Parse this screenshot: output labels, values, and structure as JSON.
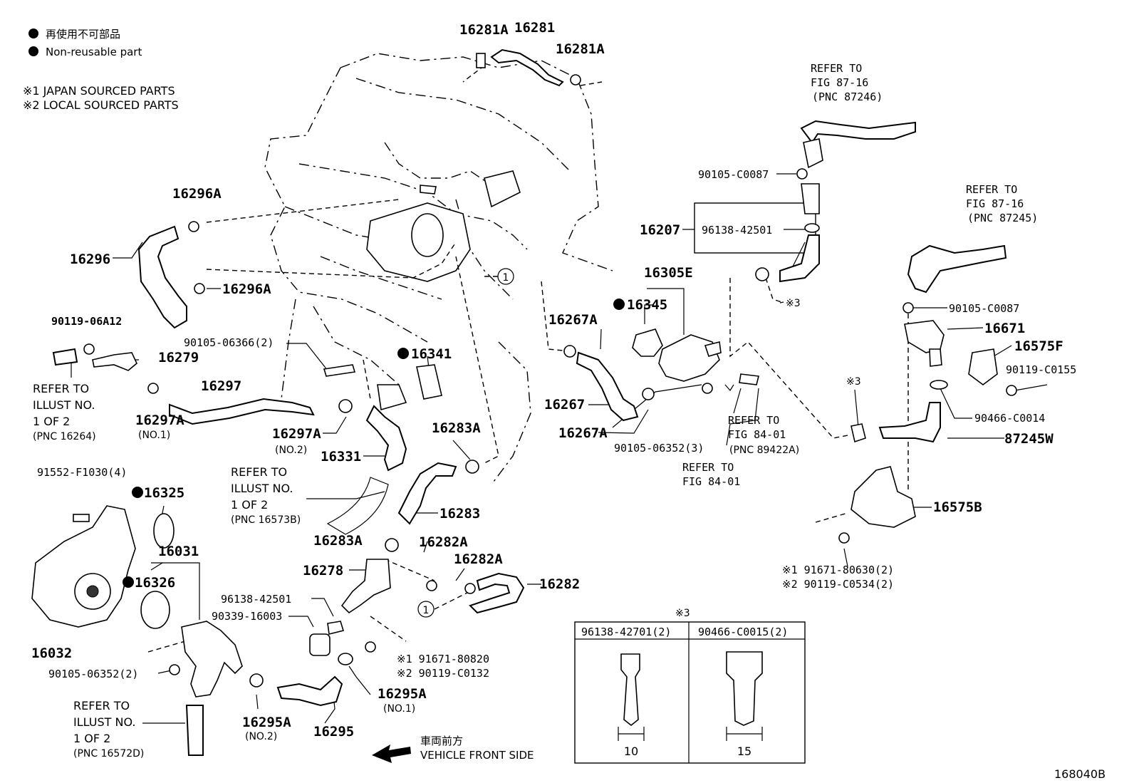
{
  "legend": {
    "non_reusable_jp": "再使用不可部品",
    "non_reusable_en": "Non-reusable part",
    "note1": "※1  JAPAN SOURCED PARTS",
    "note2": "※2  LOCAL SOURCED PARTS"
  },
  "labels": {
    "p16281A_a": "16281A",
    "p16281": "16281",
    "p16281A_b": "16281A",
    "p16296A_a": "16296A",
    "p16296": "16296",
    "p16296A_b": "16296A",
    "p90119_06A12": "90119-06A12",
    "p16279": "16279",
    "p16297A_1": "16297A",
    "p16297A_1_sub": "(NO.1)",
    "p16297": "16297",
    "p90105_06366": "90105-06366(2)",
    "p16341": "16341",
    "p16297A_2": "16297A",
    "p16297A_2_sub": "(NO.2)",
    "p16331": "16331",
    "p16283A_a": "16283A",
    "p16283": "16283",
    "p16283A_b": "16283A",
    "p16282A_a": "16282A",
    "p16282A_b": "16282A",
    "p16282": "16282",
    "p16278": "16278",
    "p96138_42501_b": "96138-42501",
    "p90339_16003": "90339-16003",
    "p91671_80820": "※1 91671-80820",
    "p90119_C0132": "※2 90119-C0132",
    "p16295A_1": "16295A",
    "p16295A_1_sub": "(NO.1)",
    "p16295": "16295",
    "p16295A_2": "16295A",
    "p16295A_2_sub": "(NO.2)",
    "p91552": "91552-F1030(4)",
    "p16325": "16325",
    "p16031": "16031",
    "p16326": "16326",
    "p16032": "16032",
    "p90105_06352_2": "90105-06352(2)",
    "p16267A_a": "16267A",
    "p16267": "16267",
    "p16267A_b": "16267A",
    "p16345": "16345",
    "p16305E": "16305E",
    "p16207": "16207",
    "p96138_42501_a": "96138-42501",
    "p90105_C0087_a": "90105-C0087",
    "p90105_06352_3": "90105-06352(3)",
    "star3_a": "※3",
    "star3_b": "※3",
    "p90105_C0087_b": "90105-C0087",
    "p16671": "16671",
    "p16575F": "16575F",
    "p90119_C0155": "90119-C0155",
    "p90466_C0014": "90466-C0014",
    "p87245W": "87245W",
    "p16575B": "16575B",
    "p91671_80630": "※1 91671-80630(2)",
    "p90119_C0534": "※2 90119-C0534(2)",
    "circle1_a": "1",
    "circle1_b": "1"
  },
  "refs": {
    "r1": [
      "REFER TO",
      "FIG 87-16",
      "(PNC 87246)"
    ],
    "r2": [
      "REFER TO",
      "FIG 87-16",
      "(PNC 87245)"
    ],
    "r3": [
      "REFER TO",
      "ILLUST NO.",
      "1 OF 2",
      "(PNC 16264)"
    ],
    "r4": [
      "REFER TO",
      "ILLUST NO.",
      "1 OF 2",
      "(PNC 16573B)"
    ],
    "r5": [
      "REFER TO",
      "FIG 84-01",
      "(PNC 89422A)"
    ],
    "r6": [
      "REFER TO",
      "FIG 84-01"
    ],
    "r7": [
      "REFER TO",
      "ILLUST NO.",
      "1 OF 2",
      "(PNC 16572D)"
    ]
  },
  "table": {
    "title": "※3",
    "col1": "96138-42701(2)",
    "col2": "90466-C0015(2)",
    "dim1": "10",
    "dim2": "15"
  },
  "front": {
    "jp": "車両前方",
    "en": "VEHICLE FRONT SIDE"
  },
  "figure_id": "168040B"
}
